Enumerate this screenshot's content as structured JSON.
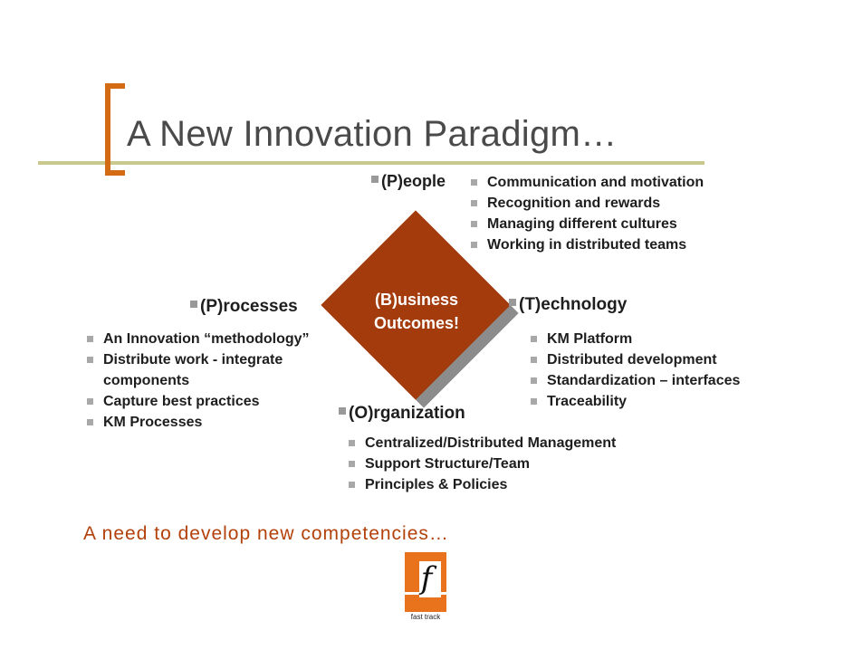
{
  "slide": {
    "title": "A New Innovation Paradigm…",
    "tagline": "A need to develop new competencies…"
  },
  "center": {
    "line1": "(B)usiness",
    "line2": "Outcomes!"
  },
  "people": {
    "heading": "(P)eople",
    "items": [
      "Communication and motivation",
      "Recognition and rewards",
      "Managing different cultures",
      "Working in distributed teams"
    ]
  },
  "processes": {
    "heading": "(P)rocesses",
    "items": [
      "An Innovation “methodology”",
      "Distribute work - integrate components",
      "Capture best practices",
      "KM Processes"
    ]
  },
  "technology": {
    "heading": "(T)echnology",
    "items": [
      "KM Platform",
      "Distributed development",
      "Standardization – interfaces",
      "Traceability"
    ]
  },
  "organization": {
    "heading": "(O)rganization",
    "items": [
      "Centralized/Distributed Management",
      "Support Structure/Team",
      "Principles & Policies"
    ]
  },
  "logo": {
    "letter": "f",
    "caption": "fast track"
  },
  "colors": {
    "accent": "#d36b14",
    "diamond": "#a33b0c",
    "tagline": "#b2410a",
    "rule": "#c9c98e",
    "bullet": "#a8a8a8"
  }
}
